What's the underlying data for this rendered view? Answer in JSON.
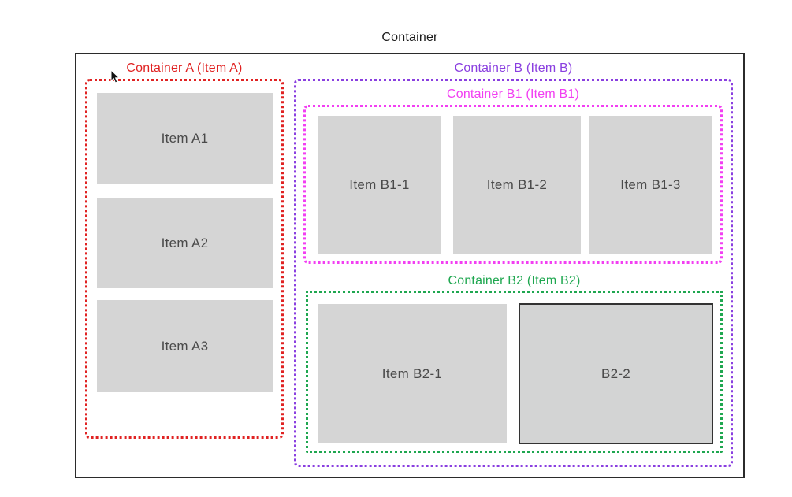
{
  "page": {
    "title": "Container"
  },
  "colors": {
    "container_a": "#e02222",
    "container_b": "#8a3fe0",
    "container_b1": "#f23ff2",
    "container_b2": "#1fa750",
    "item_fill": "#d5d5d5",
    "item_text": "#4a4a4a",
    "outer_border": "#2b2b2b",
    "title_text": "#1a1a1a"
  },
  "containers": {
    "outer": {
      "label": "Container"
    },
    "a": {
      "label": "Container A (Item A)",
      "items": [
        {
          "label": "Item A1"
        },
        {
          "label": "Item A2"
        },
        {
          "label": "Item A3"
        }
      ]
    },
    "b": {
      "label": "Container B (Item B)"
    },
    "b1": {
      "label": "Container B1 (Item B1)",
      "items": [
        {
          "label": "Item B1-1"
        },
        {
          "label": "Item B1-2"
        },
        {
          "label": "Item B1-3"
        }
      ]
    },
    "b2": {
      "label": "Container B2 (Item B2)",
      "items": [
        {
          "label": "Item B2-1"
        },
        {
          "label": "B2-2"
        }
      ]
    }
  },
  "icons": {
    "mouse_cursor": "arrow-pointer"
  }
}
